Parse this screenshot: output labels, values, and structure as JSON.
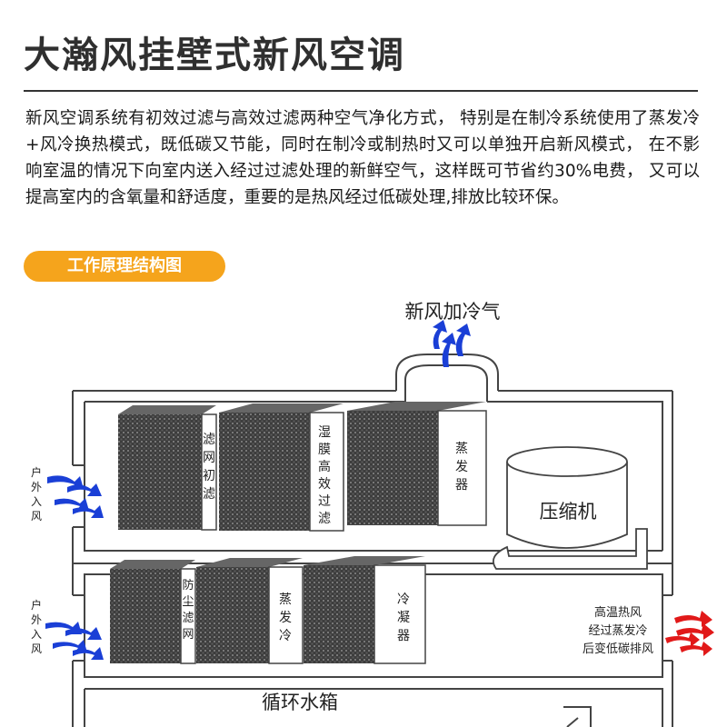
{
  "page": {
    "title": "大瀚风挂壁式新风空调",
    "description": "新风空调系统有初效过滤与高效过滤两种空气净化方式， 特别是在制冷系统使用了蒸发冷+风冷换热模式，既低碳又节能，同时在制冷或制热时又可以单独开启新风模式， 在不影响室温的情况下向室内送入经过过滤处理的新鲜空气，这样既可节省约30%电费， 又可以提高室内的含氧量和舒适度，重要的是热风经过低碳处理,排放比较环保。",
    "section_label": "工作原理结构图"
  },
  "diagram": {
    "outlet_label": "新风加冷气",
    "inlet_upper_label": "户外入风",
    "inlet_lower_label": "户外入风",
    "upper_filters": [
      "滤网初滤",
      "湿膜高效过滤",
      "蒸发器"
    ],
    "compressor_label": "压缩机",
    "lower_filters": [
      "防尘滤网",
      "蒸发冷",
      "冷凝器"
    ],
    "exhaust_label_lines": [
      "高温热风",
      "经过蒸发冷",
      "后变低碳排风"
    ],
    "tank_label": "循环水箱",
    "colors": {
      "intake_arrow": "#1a3fd6",
      "exhaust_arrow": "#e11919",
      "accent_pill": "#f5a41c",
      "filter_texture": "#4a4a4a"
    }
  }
}
